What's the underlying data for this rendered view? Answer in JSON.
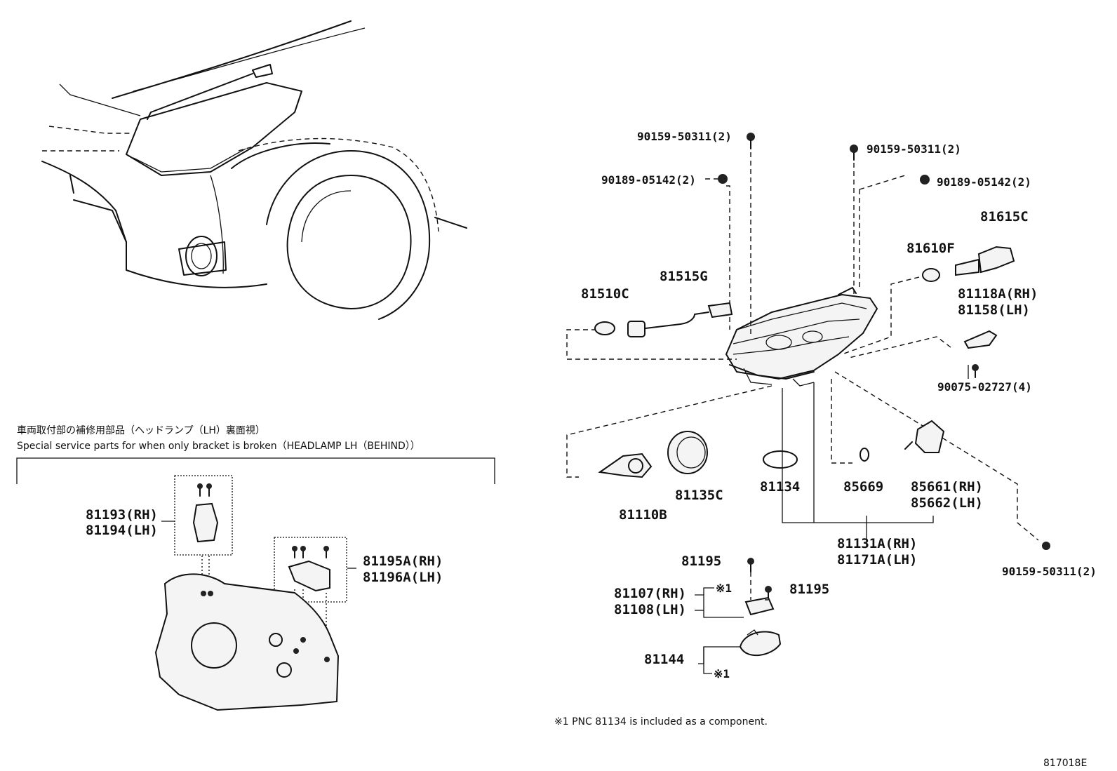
{
  "diagram_id": "817018E",
  "footnote": "※1 PNC 81134 is included as a component.",
  "inset": {
    "title_jp": "車両取付部の補修用部品（ヘッドランプ（LH）裏面視）",
    "title_en": "Special service parts for when only bracket is broken（HEADLAMP LH（BEHIND））",
    "labels": {
      "p81193": "81193(RH)",
      "p81194": "81194(LH)",
      "p81195A": "81195A(RH)",
      "p81196A": "81196A(LH)"
    }
  },
  "parts": {
    "screw_top_left": "90159-50311(2)",
    "clip_left": "90189-05142(2)",
    "screw_top_right": "90159-50311(2)",
    "clip_right": "90189-05142(2)",
    "p81615C": "81615C",
    "p81610F": "81610F",
    "p81515G": "81515G",
    "p81510C": "81510C",
    "p81118A": "81118A(RH)",
    "p81158": "81158(LH)",
    "screw_9007502727": "90075-02727(4)",
    "p81110B": "81110B",
    "p81135C": "81135C",
    "p81134": "81134",
    "p85669": "85669",
    "p85661": "85661(RH)",
    "p85662": "85662(LH)",
    "p81131A": "81131A(RH)",
    "p81171A": "81171A(LH)",
    "screw_bottom_right": "90159-50311(2)",
    "p81195_a": "81195",
    "p81195_b": "81195",
    "p81107": "81107(RH)",
    "p81108": "81108(LH)",
    "p81144": "81144",
    "ref_mark_1": "※1",
    "ref_mark_2": "※1"
  }
}
